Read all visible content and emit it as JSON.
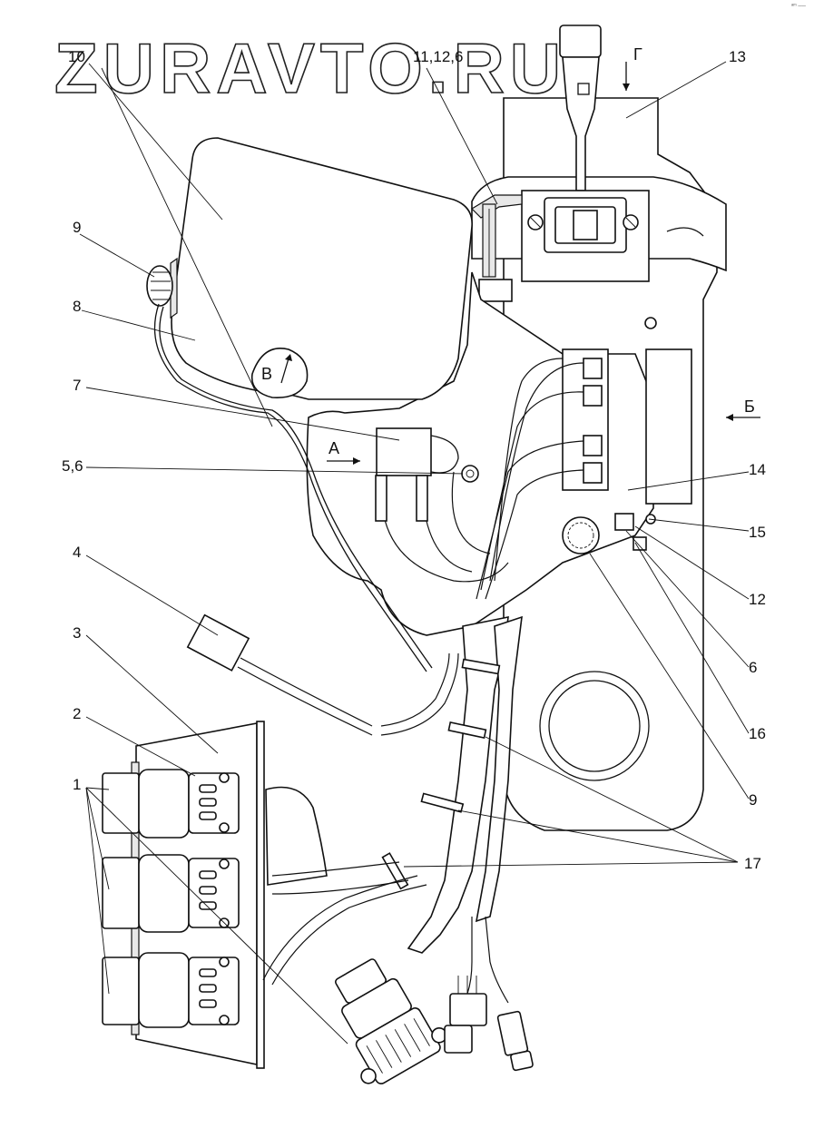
{
  "watermark": "ZURAVTO.RU",
  "callouts": {
    "c1": "1",
    "c2": "2",
    "c3": "3",
    "c4": "4",
    "c5_6": "5,6",
    "c6": "6",
    "c7": "7",
    "c8": "8",
    "c9_top": "9",
    "c9_bottom": "9",
    "c10": "10",
    "c11_12_6": "11,12,6",
    "c12": "12",
    "c13": "13",
    "c14": "14",
    "c15": "15",
    "c16": "16",
    "c17": "17"
  },
  "view_letters": {
    "A": "А",
    "B": "Б",
    "V": "В",
    "G": "Г"
  },
  "corner_mark": "ᵃᵐ ──"
}
